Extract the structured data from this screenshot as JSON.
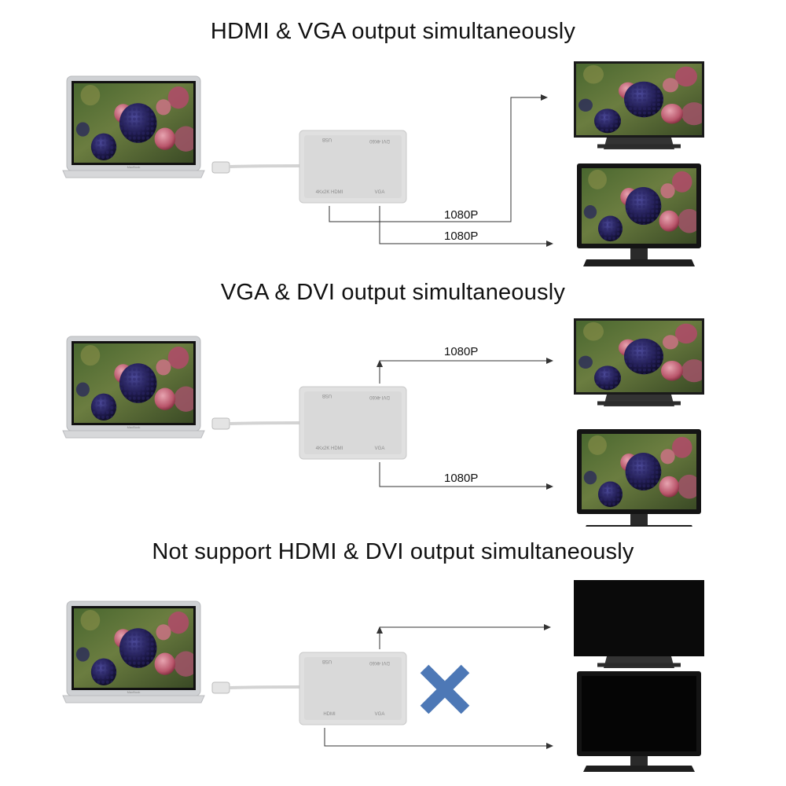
{
  "sections": [
    {
      "title": "HDMI & VGA output simultaneously",
      "rates": [
        "1080P",
        "1080P"
      ],
      "ports": {
        "top_left": "USB",
        "top_right": "DVI 4K60",
        "bottom_left": "4Kx2K HDMI",
        "bottom_right": "VGA"
      },
      "monitors": [
        "image",
        "image"
      ]
    },
    {
      "title": "VGA & DVI output simultaneously",
      "rates": [
        "1080P",
        "1080P"
      ],
      "ports": {
        "top_left": "USB",
        "top_right": "DVI 4K60",
        "bottom_left": "4Kx2K HDMI",
        "bottom_right": "VGA"
      },
      "monitors": [
        "image",
        "image"
      ]
    },
    {
      "title": "Not support HDMI & DVI output simultaneously",
      "rates": [],
      "ports": {
        "top_left": "USB",
        "top_right": "DVI 4K60",
        "bottom_left": "HDMI",
        "bottom_right": "VGA"
      },
      "monitors": [
        "blank",
        "blank"
      ],
      "not_supported_icon": "x-mark-icon"
    }
  ],
  "laptop_brand": "MacBook",
  "colors": {
    "cross": "#4d78b6",
    "screen_off": "#0a0a0a",
    "adapter": "#d9d9d9"
  }
}
